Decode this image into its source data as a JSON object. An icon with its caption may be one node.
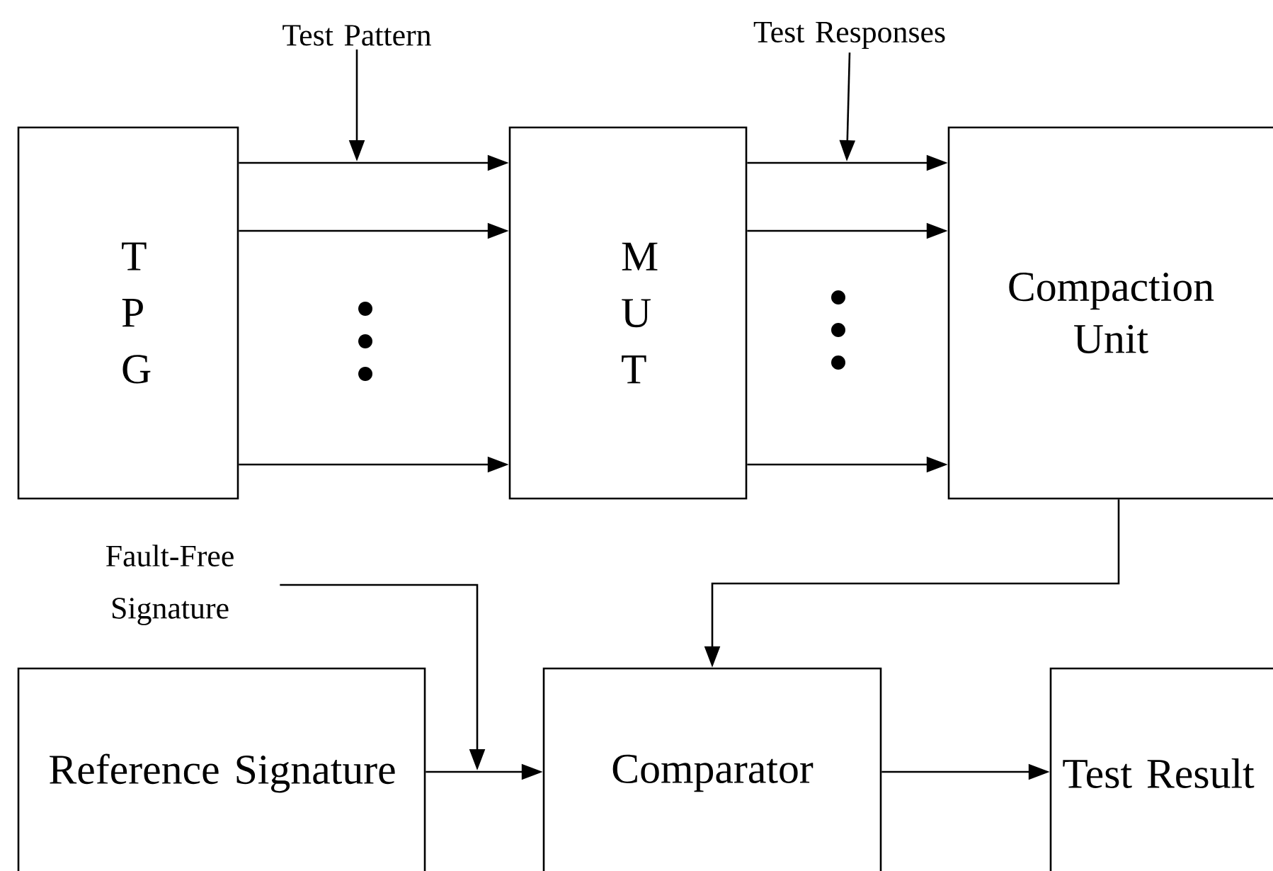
{
  "diagram": {
    "nodes": [
      {
        "text": [
          "T P G"
        ]
      },
      {
        "text": [
          "M U T"
        ]
      },
      {
        "text": [
          "Compaction Unit"
        ]
      },
      {
        "text": [
          "Reference Signature"
        ]
      },
      {
        "text": [
          "Comparator"
        ]
      },
      {
        "text": [
          "Test Result"
        ]
      },
      {
        "text": [
          "Test Pattern"
        ]
      },
      {
        "text": [
          "Test Responses"
        ]
      },
      {
        "text": [
          "Fault-Free Signature"
        ]
      }
    ],
    "edges": [
      {
        "from": 0,
        "to": 1,
        "arrow": "to"
      },
      {
        "from": 0,
        "to": 1,
        "arrow": "to"
      },
      {
        "from": 0,
        "to": 1,
        "arrow": "to"
      },
      {
        "from": 1,
        "to": 2,
        "arrow": "to"
      },
      {
        "from": 1,
        "to": 2,
        "arrow": "to"
      },
      {
        "from": 1,
        "to": 2,
        "arrow": "to"
      },
      {
        "from": 2,
        "to": 4,
        "arrow": "to"
      },
      {
        "from": 3,
        "to": 4,
        "arrow": "to"
      },
      {
        "from": 4,
        "to": 5,
        "arrow": "to"
      },
      {
        "from": 6,
        "to": null,
        "arrow": "to"
      },
      {
        "from": 7,
        "to": null,
        "arrow": "to"
      },
      {
        "from": 8,
        "to": null,
        "arrow": "to"
      }
    ]
  }
}
